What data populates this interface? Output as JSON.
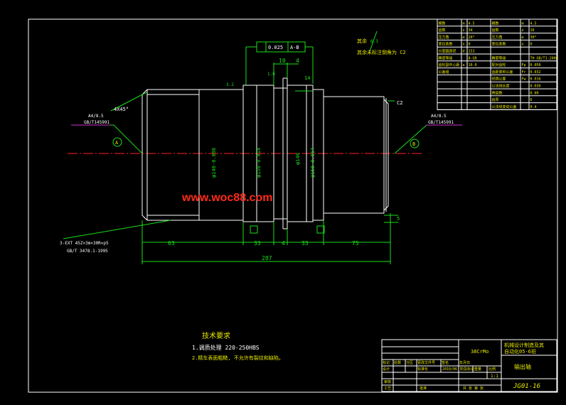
{
  "watermark": "www.woc88.com",
  "dimensions": {
    "d63": "63",
    "d33a": "33",
    "d4a": "4",
    "d33b": "33",
    "d75": "75",
    "d287": "287",
    "d10": "10",
    "d4top": "4",
    "d14": "14",
    "d5": "5",
    "dia_a": "φ140-0.098",
    "dia_b": "φ150-0.014",
    "dia_c": "φ140",
    "dia_d": "φ150-0.014"
  },
  "annotations": {
    "chamfer_left": "4X45°",
    "chamfer_right": "C2",
    "center_left_1": "A4/8.5",
    "center_left_2": "GB/T145991",
    "center_right_1": "A4/8.5",
    "center_right_2": "GB/T145991",
    "spline_1": "3-EXT 45Z×3m×30R×p5",
    "spline_2": "GB/T 3478.1-1995",
    "tolerance": "0.025",
    "datum": "A-B",
    "rough_a": "3.2",
    "rough_b": "1.6",
    "rough_top": "6.3",
    "note_top": "其余",
    "note_chamfer": "其余未标注倒角为 C2",
    "datum_left": "A",
    "datum_right": "B"
  },
  "tech_req": {
    "title": "技术要求",
    "line1": "1.调质处理 220-250HBS",
    "line2": "2.精车表面粗糙, 不允许有裂纹和缺陷。"
  },
  "params_table": [
    [
      "模数",
      "m",
      "4.5",
      "模数",
      "m",
      "4.5"
    ],
    [
      "齿数",
      "z",
      "34",
      "齿数",
      "z",
      "16"
    ],
    [
      "压力角",
      "α",
      "20°",
      "压力角",
      "α",
      "30°"
    ],
    [
      "变位系数",
      "x",
      "0",
      "变位系数",
      "x",
      "0"
    ],
    [
      "分度圆直径",
      "d",
      "153",
      "",
      "",
      ""
    ],
    [
      "精度等级",
      "",
      "8-GB",
      "精度等级",
      "",
      "7H GB/T1-2008"
    ],
    [
      "齿轮副中心距",
      "a",
      "10.0",
      "配对齿轮",
      "Fp",
      "0.050"
    ],
    [
      "公差组",
      "",
      "",
      "齿距累积公差",
      "Fr",
      "0.032"
    ],
    [
      "",
      "",
      "",
      "径跳公差",
      "Fw",
      "0.016"
    ],
    [
      "",
      "",
      "",
      "公法线长度",
      "",
      "0.030"
    ],
    [
      "",
      "",
      "",
      "跨齿数",
      "",
      "0.00"
    ],
    [
      "",
      "",
      "",
      "齿厚",
      "",
      "6"
    ],
    [
      "",
      "",
      "",
      "公法线变动公差",
      "",
      "0.4"
    ]
  ],
  "title_block": {
    "material": "38CrMo",
    "title1": "机械设计制造及其",
    "title2": "自动化05-6班",
    "part_name": "输出轴",
    "drawing_no": "JG01-16",
    "scale": "1:1",
    "labels": [
      "标记",
      "处数",
      "分区",
      "更改文件号",
      "签名",
      "年月日"
    ],
    "labels2": [
      "设计",
      "",
      "标准化",
      "",
      "阶段标记",
      "重量",
      "比例"
    ],
    "designer_date": "2010/06",
    "review": "审核",
    "process": "工艺",
    "approve": "批准",
    "sheets": "共  张  第  张"
  }
}
